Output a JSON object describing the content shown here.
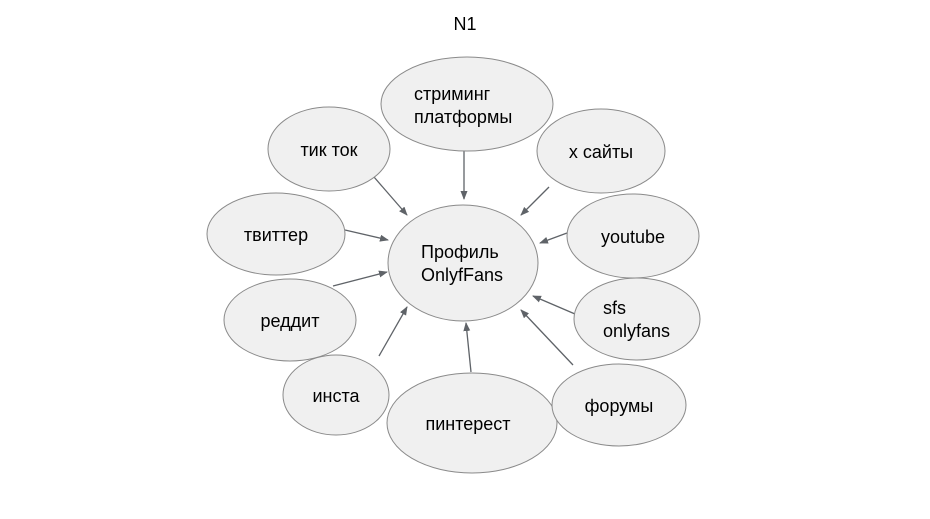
{
  "title": "N1",
  "colors": {
    "node_fill": "#f0f0f0",
    "node_stroke": "#8a8a8a",
    "arrow_color": "#5f6368",
    "text_color": "#000000",
    "background": "#ffffff"
  },
  "diagram": {
    "center": {
      "id": "onlyfans-profile",
      "label": "Профиль OnlyfFans",
      "lines": [
        "Профиль",
        "OnlyfFans"
      ]
    },
    "satellites": [
      {
        "id": "streaming-platforms",
        "label": "стриминг платформы",
        "lines": [
          "стриминг",
          "платформы"
        ]
      },
      {
        "id": "tik-tok",
        "label": "тик ток",
        "lines": [
          "тик ток"
        ]
      },
      {
        "id": "x-sites",
        "label": "х сайты",
        "lines": [
          "х сайты"
        ]
      },
      {
        "id": "twitter",
        "label": "твиттер",
        "lines": [
          "твиттер"
        ]
      },
      {
        "id": "youtube",
        "label": "youtube",
        "lines": [
          "youtube"
        ]
      },
      {
        "id": "reddit",
        "label": "реддит",
        "lines": [
          "реддит"
        ]
      },
      {
        "id": "sfs-onlyfans",
        "label": "sfs onlyfans",
        "lines": [
          "sfs",
          "onlyfans"
        ]
      },
      {
        "id": "insta",
        "label": "инста",
        "lines": [
          "инста"
        ]
      },
      {
        "id": "pinterest",
        "label": "пинтерест",
        "lines": [
          "пинтерест"
        ]
      },
      {
        "id": "forums",
        "label": "форумы",
        "lines": [
          "форумы"
        ]
      }
    ],
    "edges": [
      {
        "from": "стриминг платформы",
        "to": "Профиль OnlyfFans"
      },
      {
        "from": "тик ток",
        "to": "Профиль OnlyfFans"
      },
      {
        "from": "х сайты",
        "to": "Профиль OnlyfFans"
      },
      {
        "from": "твиттер",
        "to": "Профиль OnlyfFans"
      },
      {
        "from": "youtube",
        "to": "Профиль OnlyfFans"
      },
      {
        "from": "реддит",
        "to": "Профиль OnlyfFans"
      },
      {
        "from": "sfs onlyfans",
        "to": "Профиль OnlyfFans"
      },
      {
        "from": "инста",
        "to": "Профиль OnlyfFans"
      },
      {
        "from": "пинтерест",
        "to": "Профиль OnlyfFans"
      },
      {
        "from": "форумы",
        "to": "Профиль OnlyfFans"
      }
    ]
  }
}
